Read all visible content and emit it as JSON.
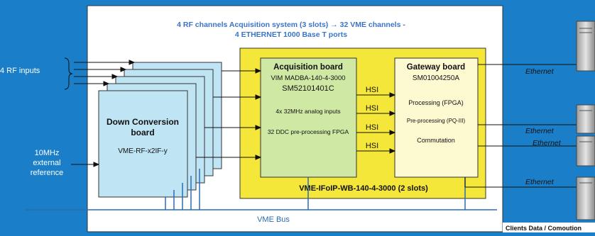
{
  "title": {
    "line1": "4 RF channels  Acquisition system (3 slots) → 32 VME channels -",
    "line2": "4  ETHERNET 1000 Base T ports"
  },
  "inputs": {
    "rf_label": "4 RF inputs",
    "ref_line1": "10MHz",
    "ref_line2": "external",
    "ref_line3": "reference"
  },
  "down_conversion": {
    "title1": "Down Conversion",
    "title2": "board",
    "model": "VME-RF-x2IF-y"
  },
  "acquisition": {
    "title": "Acquisition board",
    "model": "VIM MADBA-140-4-3000",
    "serial": "SM52101401C",
    "feature1": "4x 32MHz analog inputs",
    "feature2": "32 DDC pre-processing FPGA"
  },
  "gateway": {
    "title": "Gateway board",
    "serial": "SM01004250A",
    "feature1": "Processing (FPGA)",
    "feature2": "Pre-processing (PQ-III)",
    "feature3": "Commutation"
  },
  "hsi_links": [
    "HSI",
    "HSI",
    "HSI",
    "HSI"
  ],
  "product_label": "VME-IFoIP-WB-140-4-3000 (2 slots)",
  "bus_label": "VME Bus",
  "ethernet_labels": [
    "Ethernet",
    "Ethernet",
    "Ethernet",
    "Ethernet"
  ],
  "clients_label": "Clients Data / Comoution",
  "colors": {
    "background": "#1a7fc8",
    "chassis": "#ffffff",
    "yellow_box": "#f5e63a",
    "green_board": "#cfe8a4",
    "blue_board": "#bfe4f3",
    "gateway_board": "#fdfad2",
    "title_text": "#3a74c8"
  }
}
